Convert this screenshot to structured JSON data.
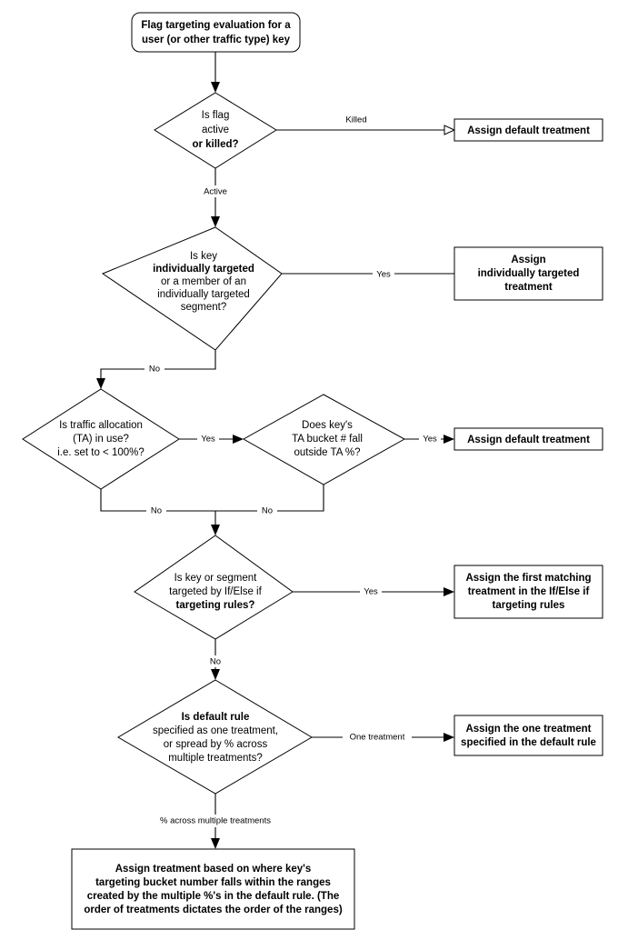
{
  "diagram": {
    "title": "Flag targeting evaluation flowchart",
    "type": "flowchart",
    "background_color": "#ffffff",
    "line_color": "#000000",
    "text_color": "#000000",
    "shape_fill": "#ffffff"
  },
  "nodes": {
    "start": {
      "shape": "rounded-rectangle",
      "lines": [
        {
          "text": "Flag targeting evaluation for a",
          "bold": true
        },
        {
          "text": "user (or other traffic type) key",
          "bold": true
        }
      ]
    },
    "decision_flag_state": {
      "shape": "diamond",
      "lines": [
        {
          "text": "Is flag",
          "bold": false
        },
        {
          "text": "active",
          "bold": false
        },
        {
          "text": "or killed?",
          "bold": true
        }
      ]
    },
    "assign_default_killed": {
      "shape": "rectangle",
      "lines": [
        {
          "text": "Assign default treatment",
          "bold": true
        }
      ]
    },
    "decision_individual_target": {
      "shape": "diamond",
      "lines": [
        {
          "text": "Is key",
          "bold": false
        },
        {
          "text": "individually targeted",
          "bold": true
        },
        {
          "text": "or a member of an",
          "bold": false
        },
        {
          "text": "individually targeted",
          "bold": false
        },
        {
          "text": "segment?",
          "bold": false
        }
      ]
    },
    "assign_individual": {
      "shape": "rectangle",
      "lines": [
        {
          "text": "Assign",
          "bold": true
        },
        {
          "text": "individually targeted",
          "bold": true
        },
        {
          "text": "treatment",
          "bold": true
        }
      ]
    },
    "decision_traffic_allocation": {
      "shape": "diamond",
      "lines": [
        {
          "text": "Is traffic allocation",
          "bold": false
        },
        {
          "text": "(TA) in use?",
          "bold": false
        },
        {
          "text": "i.e. set to < 100%?",
          "bold": false
        }
      ]
    },
    "decision_ta_bucket": {
      "shape": "diamond",
      "lines": [
        {
          "text": "Does key's",
          "bold": false
        },
        {
          "text": "TA bucket # fall",
          "bold": false
        },
        {
          "text": "outside TA %?",
          "bold": false
        }
      ]
    },
    "assign_default_ta": {
      "shape": "rectangle",
      "lines": [
        {
          "text": "Assign default treatment",
          "bold": true
        }
      ]
    },
    "decision_if_else": {
      "shape": "diamond",
      "lines": [
        {
          "text": "Is key or segment",
          "bold": false
        },
        {
          "text": "targeted by If/Else if",
          "bold": false
        },
        {
          "text": "targeting rules?",
          "bold": true
        }
      ]
    },
    "assign_if_else": {
      "shape": "rectangle",
      "lines": [
        {
          "text": "Assign the first matching",
          "bold": true
        },
        {
          "text": "treatment in the If/Else if",
          "bold": true
        },
        {
          "text": "targeting rules",
          "bold": true
        }
      ]
    },
    "decision_default_rule": {
      "shape": "diamond",
      "lines": [
        {
          "text": "Is default rule",
          "bold": true
        },
        {
          "text": "specified as one treatment,",
          "bold": false
        },
        {
          "text": "or spread by % across",
          "bold": false
        },
        {
          "text": "multiple treatments?",
          "bold": false
        }
      ]
    },
    "assign_one_treatment": {
      "shape": "rectangle",
      "lines": [
        {
          "text": "Assign the one treatment",
          "bold": true
        },
        {
          "text": "specified in the default rule",
          "bold": true
        }
      ]
    },
    "assign_bucket_range": {
      "shape": "rectangle",
      "lines": [
        {
          "text": "Assign treatment based on where key's",
          "bold": true
        },
        {
          "text": "targeting bucket number falls within the ranges",
          "bold": true
        },
        {
          "text": "created by the multiple %'s in the default rule. (The",
          "bold": true
        },
        {
          "text": "order of treatments dictates the order of the ranges)",
          "bold": true
        }
      ]
    }
  },
  "edge_labels": {
    "killed": "Killed",
    "active": "Active",
    "individual_yes": "Yes",
    "individual_no": "No",
    "ta_yes": "Yes",
    "ta_no": "No",
    "bucket_yes": "Yes",
    "bucket_no": "No",
    "ifelse_yes": "Yes",
    "ifelse_no": "No",
    "default_one": "One treatment",
    "default_spread": "% across multiple treatments"
  }
}
